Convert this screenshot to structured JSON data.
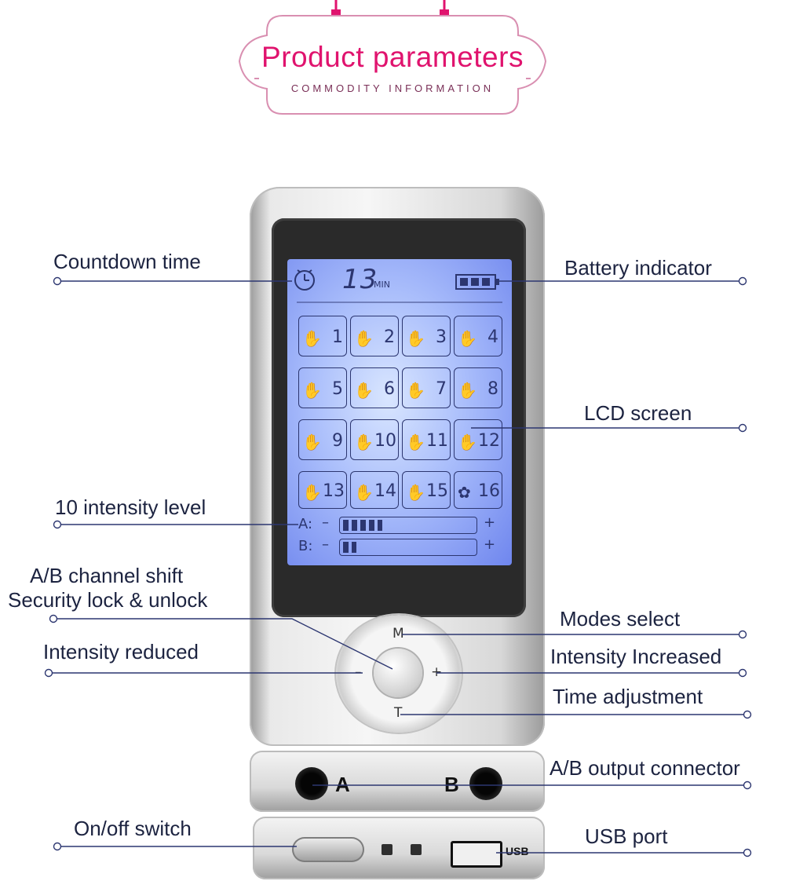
{
  "header": {
    "title": "Product parameters",
    "subtitle": "COMMODITY INFORMATION",
    "accent_color": "#e0136e"
  },
  "labels": {
    "countdown_time": "Countdown time",
    "battery_indicator": "Battery indicator",
    "lcd_screen": "LCD screen",
    "intensity_level": "10 intensity level",
    "ab_channel_shift": "A/B channel shift",
    "security_lock": "Security lock & unlock",
    "modes_select": "Modes select",
    "intensity_reduced": "Intensity reduced",
    "intensity_increased": "Intensity Increased",
    "time_adjustment": "Time adjustment",
    "ab_output_connector": "A/B output connector",
    "on_off_switch": "On/off switch",
    "usb_port": "USB port"
  },
  "lcd": {
    "timer_value": "13",
    "timer_unit": "MIN",
    "battery_icon": "battery-icon",
    "clock_icon": "clock-icon",
    "modes": [
      "1",
      "2",
      "3",
      "4",
      "5",
      "6",
      "7",
      "8",
      "9",
      "10",
      "11",
      "12",
      "13",
      "14",
      "15",
      "16"
    ],
    "channel_a": {
      "label": "A:",
      "minus": "–",
      "plus": "+",
      "level": 3,
      "max_level": 10
    },
    "channel_b": {
      "label": "B:",
      "minus": "–",
      "plus": "+",
      "level": 1,
      "max_level": 10
    }
  },
  "controls": {
    "mode_key": "M",
    "minus_key": "–",
    "plus_key": "+",
    "time_key": "T"
  },
  "connectors": {
    "a_label": "A",
    "b_label": "B",
    "usb_label": "USB"
  }
}
